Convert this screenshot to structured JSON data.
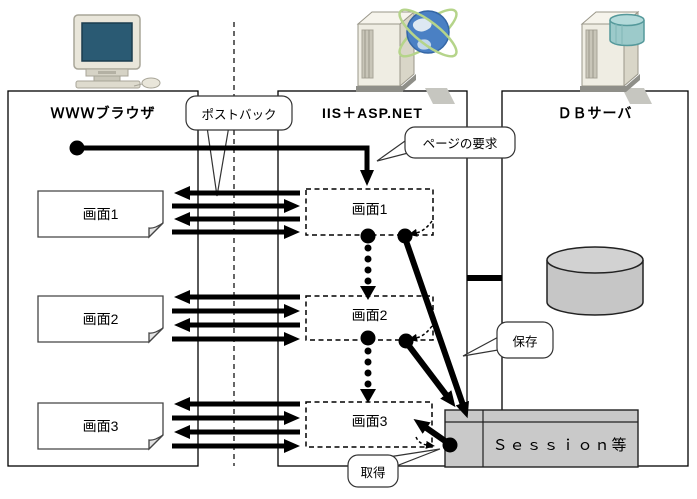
{
  "columns": {
    "browser": {
      "label": "ＷＷＷブラウザ"
    },
    "app_server": {
      "label": "IIS＋ASP.NET"
    },
    "db_server": {
      "label": "ＤＢサーバ"
    }
  },
  "browser_screens": [
    {
      "label": "画面1"
    },
    {
      "label": "画面2"
    },
    {
      "label": "画面3"
    }
  ],
  "server_screens": [
    {
      "label": "画面1"
    },
    {
      "label": "画面2"
    },
    {
      "label": "画面3"
    }
  ],
  "callouts": {
    "postback": {
      "label": "ポストバック"
    },
    "page_request": {
      "label": "ページの要求"
    },
    "save": {
      "label": "保存"
    },
    "get": {
      "label": "取得"
    }
  },
  "session_store": {
    "label": "Ｓｅｓｓｉｏｎ等"
  },
  "icons": {
    "client": "client-computer-icon",
    "web_server": "web-server-globe-icon",
    "db_server": "database-server-icon"
  },
  "colors": {
    "arrow": "#000000",
    "panel_border": "#000000",
    "gray_fill": "#c9c9c9",
    "screen_teal": "#2a5a73",
    "db_cylinder_teal": "#9ecfcf",
    "globe_blue": "#4a80c4",
    "orbit_green": "#b5d48a"
  }
}
